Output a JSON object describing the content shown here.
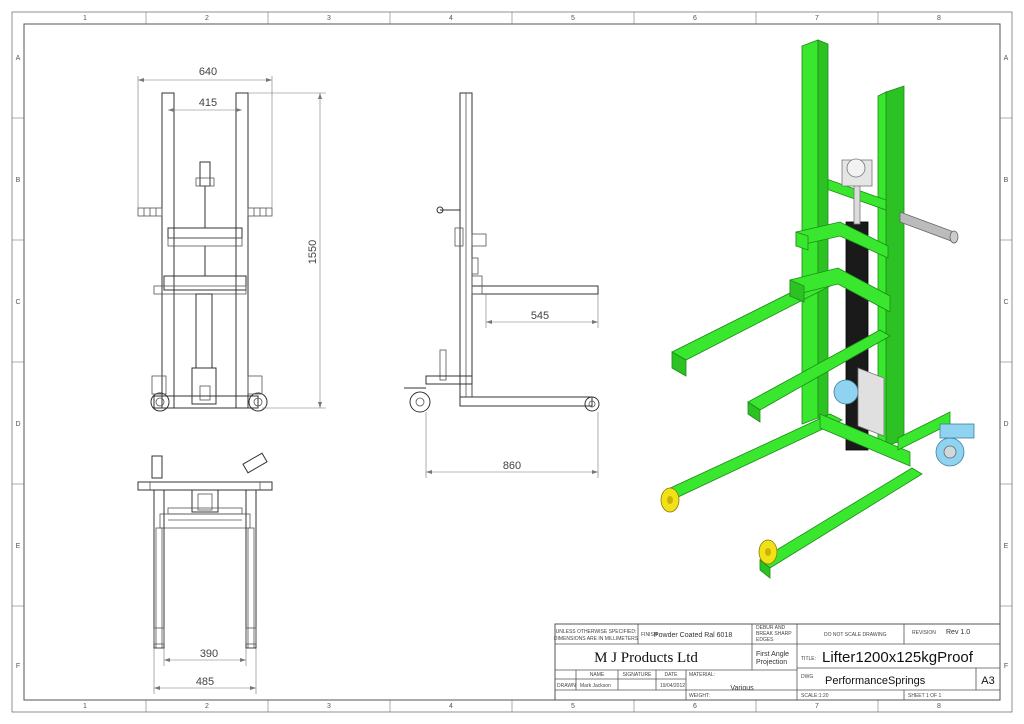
{
  "zones": {
    "columns": [
      "1",
      "2",
      "3",
      "4",
      "5",
      "6",
      "7",
      "8"
    ],
    "rows": [
      "A",
      "B",
      "C",
      "D",
      "E",
      "F"
    ]
  },
  "dimensions": {
    "overall_width": "640",
    "mast_spacing": "415",
    "height": "1550",
    "fork_length": "545",
    "base_length": "860",
    "inner_width": "390",
    "outer_width": "485"
  },
  "title_block": {
    "tolerance_note_1": "UNLESS OTHERWISE SPECIFIED:",
    "tolerance_note_2": "DIMENSIONS ARE IN MILLIMETERS",
    "finish_label": "FINISH:",
    "finish": "Powder Coated Ral 6018",
    "deburr_1": "DEBUR AND",
    "deburr_2": "BREAK SHARP",
    "deburr_3": "EDGES",
    "do_not_scale": "DO NOT SCALE DRAWING",
    "revision_label": "REVISION",
    "revision": "Rev 1.0",
    "company": "M J Products Ltd",
    "projection_1": "First Angle",
    "projection_2": "Projection",
    "title_label": "TITLE:",
    "title": "Lifter1200x125kgProof",
    "name_label": "NAME",
    "signature_label": "SIGNATURE",
    "date_label": "DATE",
    "material_label": "MATERIAL:",
    "drawn_label": "DRAWN",
    "drawn_by": "Mark Jackson",
    "date": "19/04/2012",
    "material": "Various",
    "dwg_label": "DWG",
    "dwg_no": "PerformanceSprings",
    "size": "A3",
    "weight_label": "WEIGHT:",
    "scale_label": "SCALE:1:20",
    "sheet_label": "SHEET 1 OF 1"
  },
  "colors": {
    "frame_green": "#39e82e",
    "caster_yellow": "#f2e018",
    "caster_blue": "#8fd3f0",
    "cylinder": "#1a1a1a"
  }
}
